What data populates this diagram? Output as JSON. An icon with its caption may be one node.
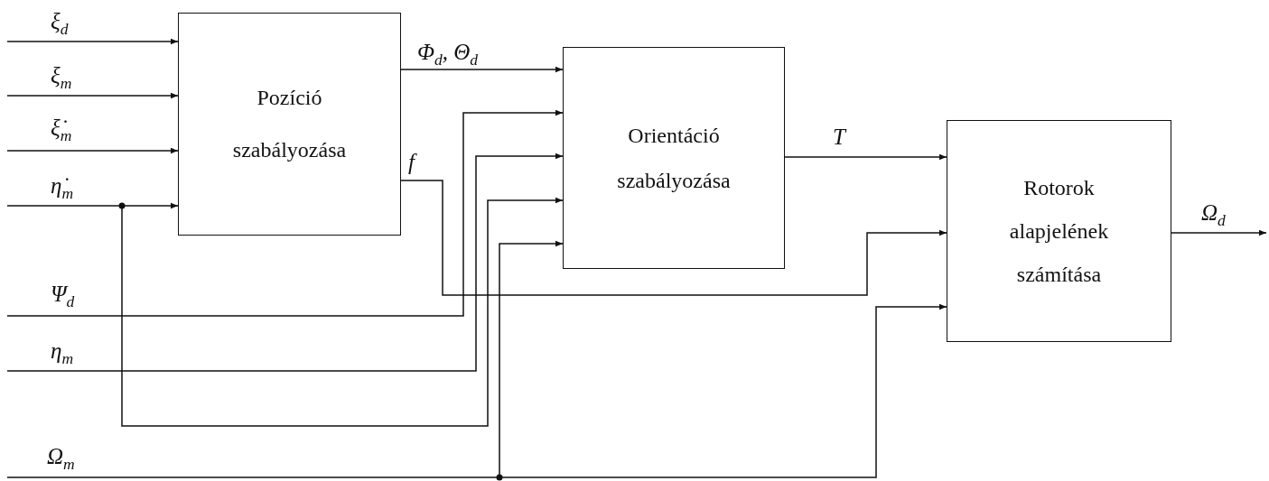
{
  "diagram": {
    "nodes": [
      {
        "text": [
          "Pozíció szabályozása"
        ]
      },
      {
        "text": [
          "Orientáció szabályozása"
        ]
      },
      {
        "text": [
          "Rotorok alapjelének számítása"
        ]
      }
    ],
    "edges": [
      {
        "from": null,
        "to": 0,
        "arrow": "to",
        "label": "ξ$_{d}$"
      },
      {
        "from": null,
        "to": 0,
        "arrow": "to",
        "label": "ξ$_{m}$"
      },
      {
        "from": null,
        "to": 0,
        "arrow": "to",
        "label": "ξ̇$_{m}$"
      },
      {
        "from": null,
        "to": 0,
        "arrow": "to",
        "label": "η̇$_{m}$"
      },
      {
        "from": 0,
        "to": 1,
        "arrow": "to",
        "label": "Φ$_{d}$, Θ$_{d}$"
      },
      {
        "from": 0,
        "to": 2,
        "arrow": "to",
        "label": "f"
      },
      {
        "from": null,
        "to": 1,
        "arrow": "to",
        "label": "Ψ$_{d}$"
      },
      {
        "from": null,
        "to": 1,
        "arrow": "to",
        "label": "η$_{m}$"
      },
      {
        "from": null,
        "to": 1,
        "arrow": "to"
      },
      {
        "from": null,
        "to": 1,
        "arrow": "to",
        "label": "Ω$_{m}$"
      },
      {
        "from": 1,
        "to": 2,
        "arrow": "to",
        "label": "T"
      },
      {
        "from": null,
        "to": 2,
        "arrow": "to"
      },
      {
        "from": 2,
        "to": null,
        "arrow": "to",
        "label": "Ω$_{d}$"
      }
    ]
  }
}
